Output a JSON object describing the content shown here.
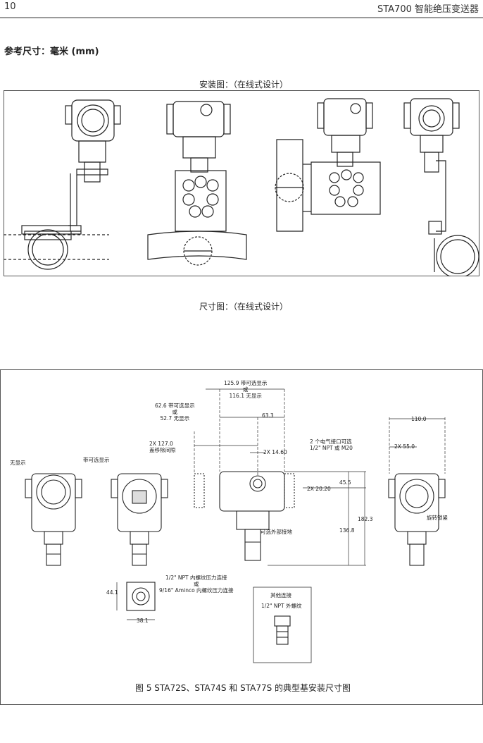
{
  "header": {
    "page_number": "10",
    "doc_title": "STA700 智能绝压变送器"
  },
  "reference_units": {
    "label": "参考尺寸：",
    "value": "毫米 (mm)"
  },
  "install_section": {
    "caption": "安装图：（在线式设计）"
  },
  "dimension_section": {
    "caption": "尺寸图：（在线式设计）",
    "labels": {
      "no_display": "无显示",
      "with_display": "带可选显示",
      "dim_125_line1": "125.9 带可选显示",
      "dim_125_line2": "或",
      "dim_125_line3": "116.1 无显示",
      "dim_62_line1": "62.6 带可选显示",
      "dim_62_line2": "或",
      "dim_62_line3": "52.7 无显示",
      "dim_63": "63.3",
      "dim_127_line1": "2X 127.0",
      "dim_127_line2": "盖移除间隙",
      "dim_14": "2X 14.60",
      "conduit_line1": "2 个电气接口可选",
      "conduit_line2": "1/2\" NPT 或 M20",
      "dim_45": "45.5",
      "dim_20": "2X 20.20",
      "dim_182": "182.3",
      "dim_136": "136.8",
      "ext_ground": "可选外部接地",
      "dim_110": "110.0",
      "dim_55": "2X 55.0",
      "lock": "旋转锁紧",
      "npt_conn_line1": "1/2\" NPT 内螺纹压力连接",
      "npt_conn_line2": "或",
      "npt_conn_line3": "9/16\" Aminco 内螺纹压力连接",
      "dim_44": "44.1",
      "dim_38": "38.1",
      "other_conn": "其他连接",
      "ext_thread": "1/2\" NPT 外螺纹"
    },
    "figure_caption": "图 5  STA72S、STA74S 和 STA77S 的典型基安装尺寸图"
  }
}
